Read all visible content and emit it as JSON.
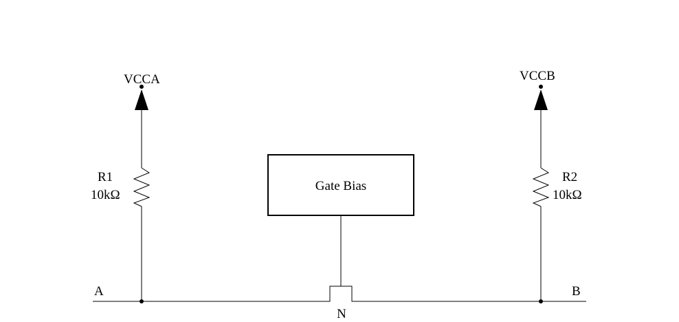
{
  "diagram": {
    "supply_a": "VCCA",
    "supply_b": "VCCB",
    "r1": {
      "designator": "R1",
      "value": "10kΩ"
    },
    "r2": {
      "designator": "R2",
      "value": "10kΩ"
    },
    "gate_bias_label": "Gate Bias",
    "port_a": "A",
    "port_b": "B",
    "transistor_label": "N"
  },
  "colors": {
    "line": "#000000",
    "background": "#ffffff"
  }
}
